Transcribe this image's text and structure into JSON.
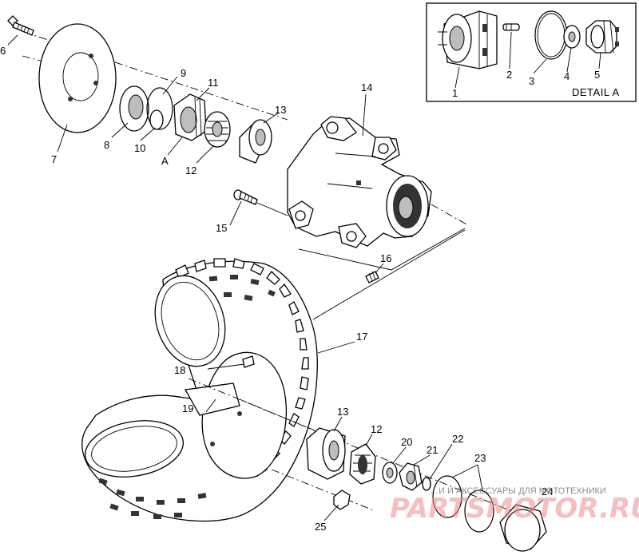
{
  "detail": {
    "title": "DETAIL A",
    "callouts": [
      "1",
      "2",
      "3",
      "4",
      "5"
    ]
  },
  "callouts": {
    "c6": "6",
    "c7": "7",
    "c8": "8",
    "c9": "9",
    "c10": "10",
    "c11": "11",
    "cA": "A",
    "c12a": "12",
    "c13a": "13",
    "c14": "14",
    "c15": "15",
    "c16": "16",
    "c17": "17",
    "c18": "18",
    "c19": "19",
    "c13b": "13",
    "c12b": "12",
    "c20": "20",
    "c21": "21",
    "c22": "22",
    "c23": "23",
    "c24": "24",
    "c25": "25"
  },
  "watermark": {
    "small_text": "…И И АКСЕССУАРЫ ДЛЯ МОТОТЕХНИКИ",
    "big_text": "PARTSMOTOR.RU"
  },
  "colors": {
    "ink": "#000000",
    "watermark": "#f08a8a"
  }
}
